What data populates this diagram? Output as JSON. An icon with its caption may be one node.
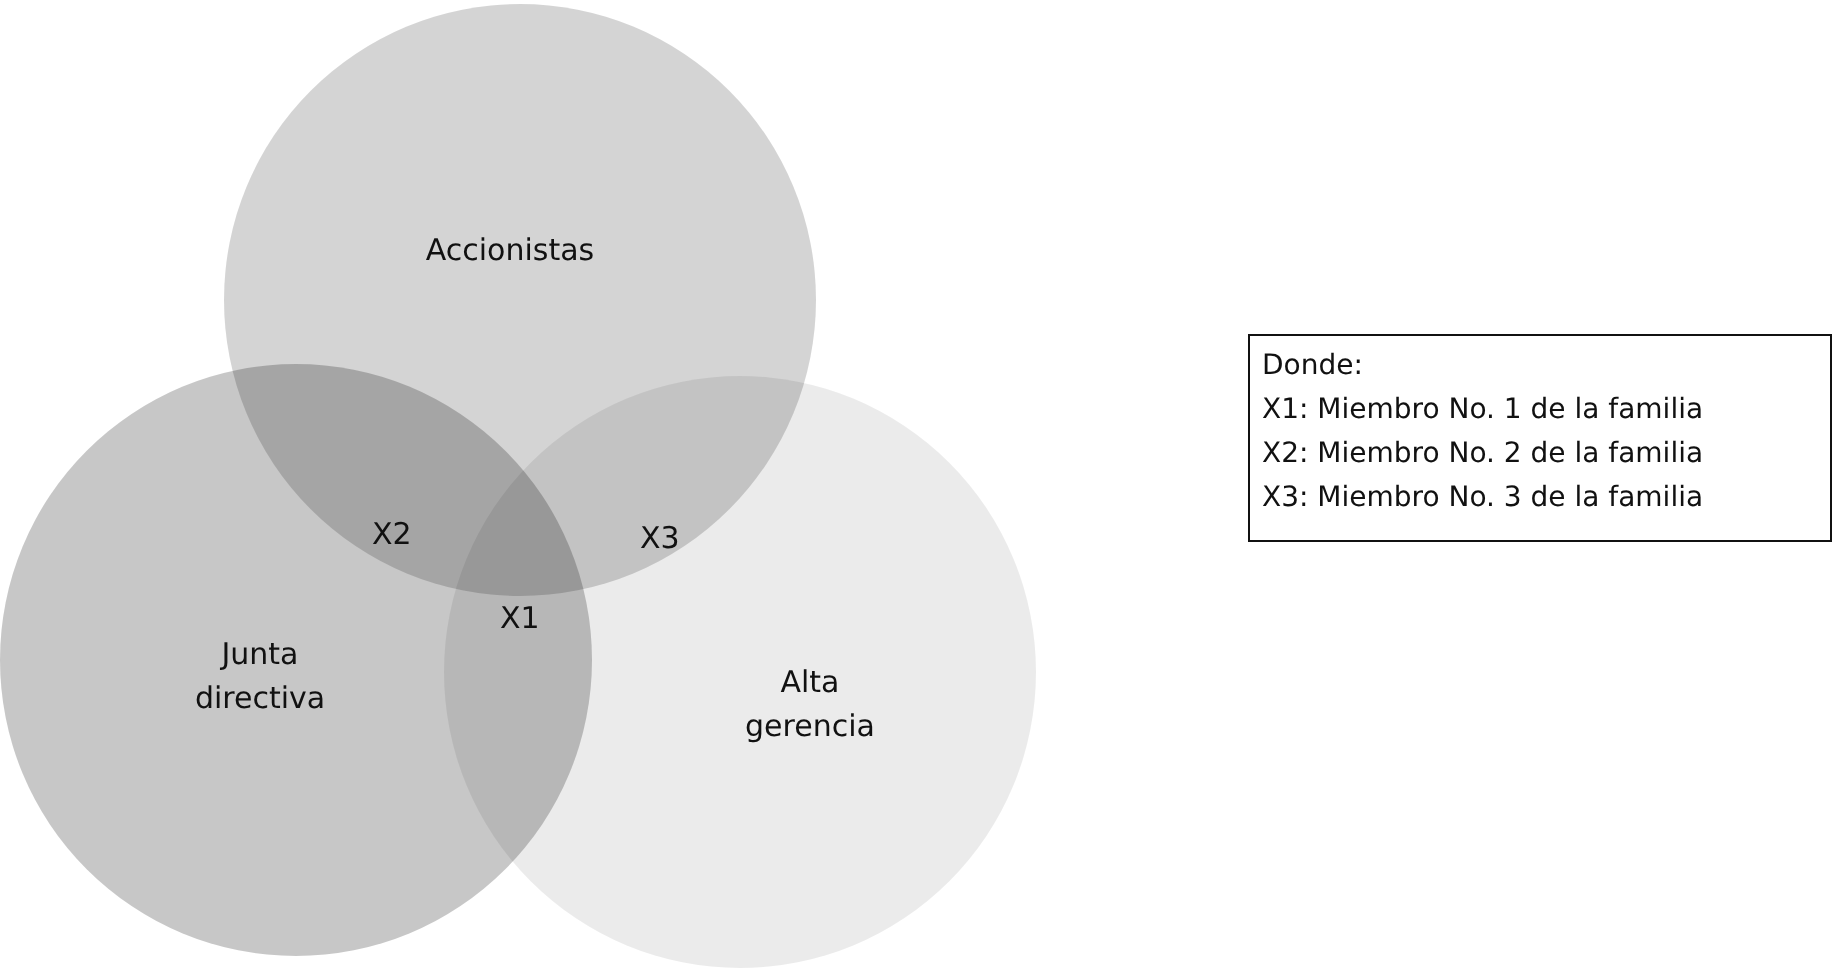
{
  "diagram": {
    "nodes": [
      {
        "text": [
          "Accionistas"
        ]
      },
      {
        "text": [
          "Junta directiva"
        ]
      },
      {
        "text": [
          "Alta gerencia"
        ]
      },
      {
        "text": [
          "Donde:",
          "X1: Miembro No. 1 de la familia",
          "X2: Miembro No. 2 de la familia",
          "X3: Miembro No. 3 de la familia"
        ]
      }
    ],
    "edges": [],
    "labels": [
      "X2",
      "X3",
      "X1"
    ]
  }
}
